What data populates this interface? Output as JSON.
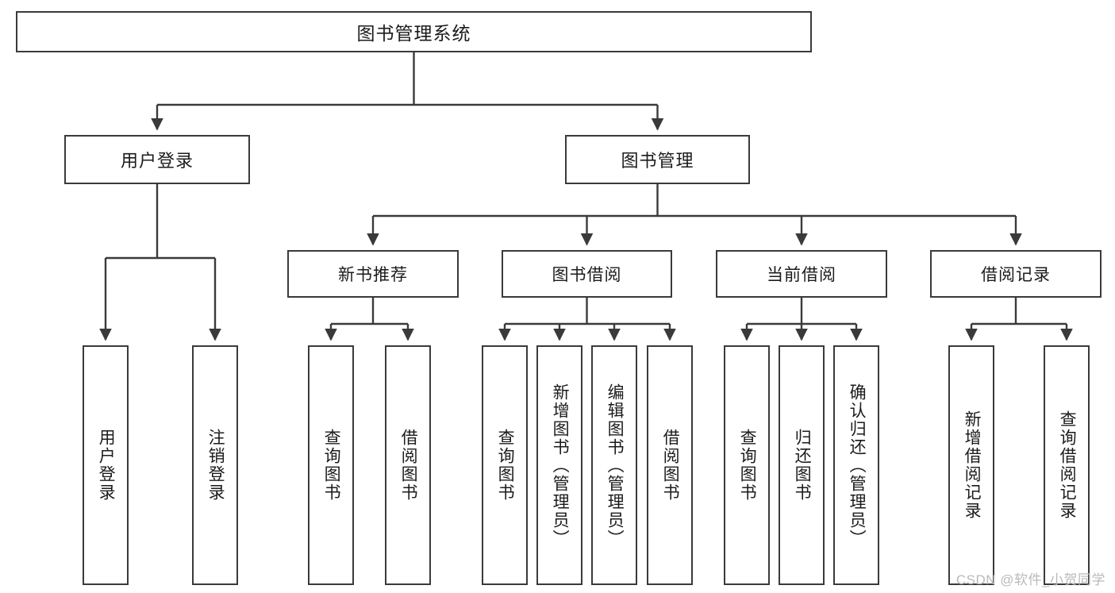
{
  "diagram": {
    "title": "图书管理系统",
    "root": {
      "label": "图书管理系统"
    },
    "level2": [
      {
        "label": "用户登录"
      },
      {
        "label": "图书管理"
      }
    ],
    "level3": [
      {
        "label": "新书推荐"
      },
      {
        "label": "图书借阅"
      },
      {
        "label": "当前借阅"
      },
      {
        "label": "借阅记录"
      }
    ],
    "leaves": [
      {
        "label": "用户登录"
      },
      {
        "label": "注销登录"
      },
      {
        "label": "查询图书"
      },
      {
        "label": "借阅图书"
      },
      {
        "label": "查询图书"
      },
      {
        "label": "新增图书（管理员）"
      },
      {
        "label": "编辑图书（管理员）"
      },
      {
        "label": "借阅图书"
      },
      {
        "label": "查询图书"
      },
      {
        "label": "归还图书"
      },
      {
        "label": "确认归还（管理员）"
      },
      {
        "label": "新增借阅记录"
      },
      {
        "label": "查询借阅记录"
      }
    ]
  },
  "watermark": {
    "text": "CSDN @软件_小贺同学"
  },
  "colors": {
    "border": "#3a3a3a",
    "background": "#ffffff",
    "text": "#1b1b1b",
    "edge": "#3a3a3a",
    "watermark": "#b9b9b9"
  }
}
